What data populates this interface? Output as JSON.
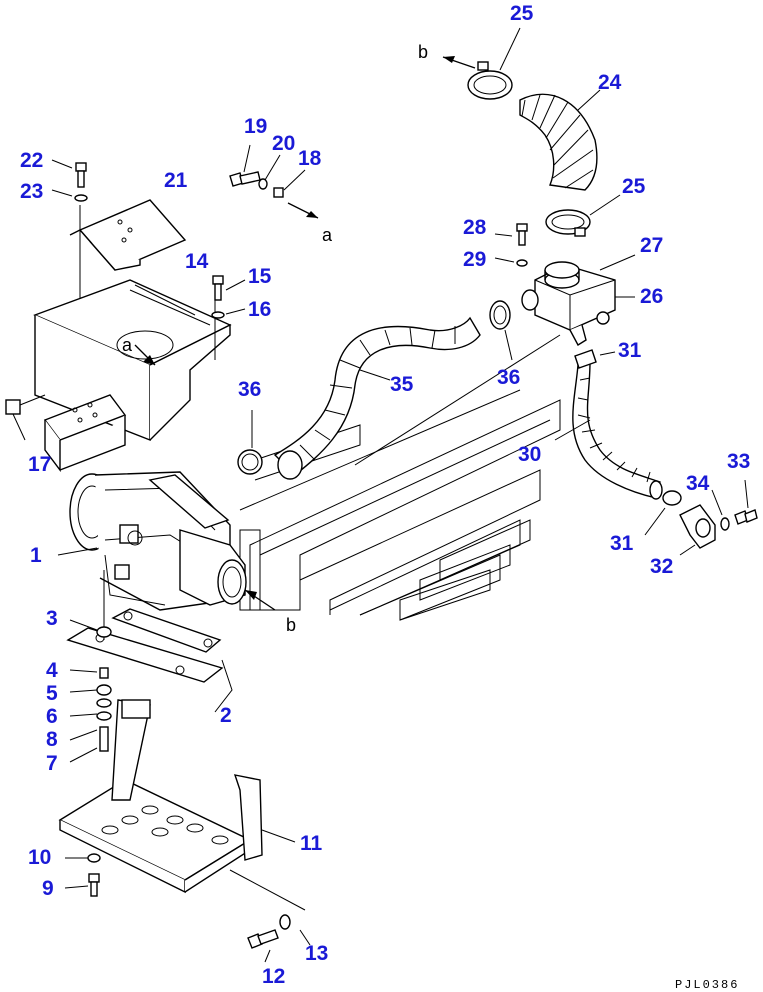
{
  "drawing_code": "PJL0386",
  "reference_letters": [
    "a",
    "a",
    "b",
    "b"
  ],
  "callouts": [
    "1",
    "2",
    "3",
    "4",
    "5",
    "6",
    "8",
    "7",
    "9",
    "10",
    "11",
    "12",
    "13",
    "14",
    "15",
    "16",
    "17",
    "18",
    "19",
    "20",
    "21",
    "22",
    "23",
    "24",
    "25",
    "25",
    "26",
    "27",
    "28",
    "29",
    "30",
    "31",
    "31",
    "32",
    "33",
    "34",
    "35",
    "36",
    "36"
  ],
  "colors": {
    "callout": "#1a1ad6",
    "line": "#000000",
    "background": "#ffffff"
  }
}
